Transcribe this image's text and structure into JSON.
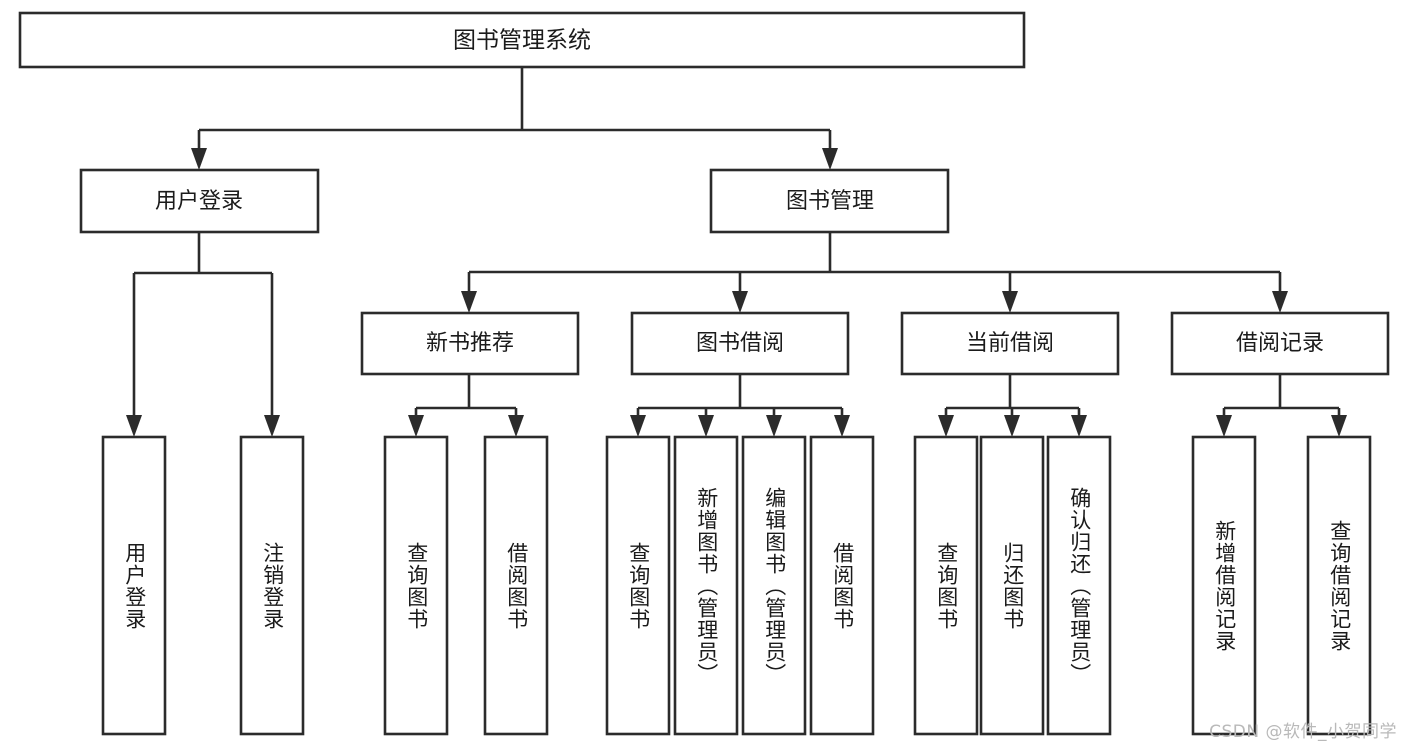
{
  "diagram": {
    "title": "图书管理系统",
    "type": "hierarchy-tree",
    "watermark": "CSDN @软件_小贺同学",
    "colors": {
      "stroke": "#2b2b2b",
      "fill": "#ffffff",
      "text": "#1b1b1b",
      "watermark": "#b9b9b9"
    },
    "root": {
      "label": "图书管理系统"
    },
    "level2": [
      {
        "label": "用户登录"
      },
      {
        "label": "图书管理"
      }
    ],
    "level3": [
      {
        "label": "新书推荐"
      },
      {
        "label": "图书借阅"
      },
      {
        "label": "当前借阅"
      },
      {
        "label": "借阅记录"
      }
    ],
    "leaves": {
      "user_login": [
        {
          "label": "用户登录"
        },
        {
          "label": "注销登录"
        }
      ],
      "new_book_recommend": [
        {
          "label": "查询图书"
        },
        {
          "label": "借阅图书"
        }
      ],
      "book_borrow": [
        {
          "label": "查询图书"
        },
        {
          "label": "新增图书（管理员）"
        },
        {
          "label": "编辑图书（管理员）"
        },
        {
          "label": "借阅图书"
        }
      ],
      "current_borrow": [
        {
          "label": "查询图书"
        },
        {
          "label": "归还图书"
        },
        {
          "label": "确认归还（管理员）"
        }
      ],
      "borrow_record": [
        {
          "label": "新增借阅记录"
        },
        {
          "label": "查询借阅记录"
        }
      ]
    }
  }
}
